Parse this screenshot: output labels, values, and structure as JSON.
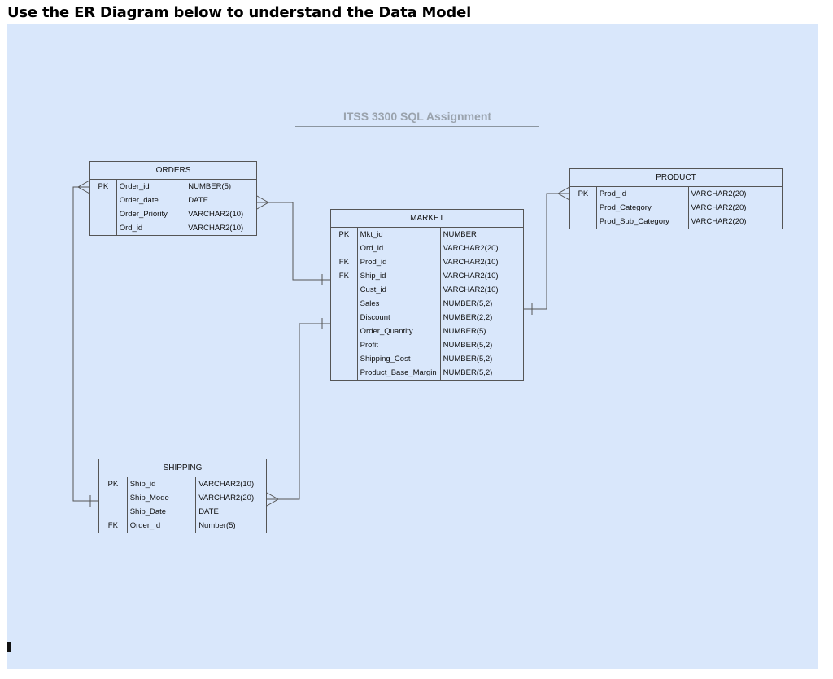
{
  "heading": "Use the ER Diagram below to understand the Data Model",
  "diagram_title": "ITSS 3300  SQL Assignment",
  "entities": {
    "orders": {
      "title": "ORDERS",
      "rows": [
        {
          "key": "PK",
          "name": "Order_id",
          "type": "NUMBER(5)"
        },
        {
          "key": "",
          "name": "Order_date",
          "type": "DATE"
        },
        {
          "key": "",
          "name": "Order_Priority",
          "type": "VARCHAR2(10)"
        },
        {
          "key": "",
          "name": "Ord_id",
          "type": "VARCHAR2(10)"
        }
      ]
    },
    "product": {
      "title": "PRODUCT",
      "rows": [
        {
          "key": "PK",
          "name": "Prod_Id",
          "type": "VARCHAR2(20)"
        },
        {
          "key": "",
          "name": "Prod_Category",
          "type": "VARCHAR2(20)"
        },
        {
          "key": "",
          "name": "Prod_Sub_Category",
          "type": "VARCHAR2(20)"
        }
      ]
    },
    "market": {
      "title": "MARKET",
      "rows": [
        {
          "key": "PK",
          "name": "Mkt_id",
          "type": "NUMBER"
        },
        {
          "key": "",
          "name": "Ord_id",
          "type": "VARCHAR2(20)"
        },
        {
          "key": "FK",
          "name": "Prod_id",
          "type": "VARCHAR2(10)"
        },
        {
          "key": "FK",
          "name": "Ship_id",
          "type": "VARCHAR2(10)"
        },
        {
          "key": "",
          "name": "Cust_id",
          "type": "VARCHAR2(10)"
        },
        {
          "key": "",
          "name": "Sales",
          "type": "NUMBER(5,2)"
        },
        {
          "key": "",
          "name": "Discount",
          "type": "NUMBER(2,2)"
        },
        {
          "key": "",
          "name": "Order_Quantity",
          "type": "NUMBER(5)"
        },
        {
          "key": "",
          "name": "Profit",
          "type": "NUMBER(5,2)"
        },
        {
          "key": "",
          "name": "Shipping_Cost",
          "type": "NUMBER(5,2)"
        },
        {
          "key": "",
          "name": "Product_Base_Margin",
          "type": "NUMBER(5,2)"
        }
      ]
    },
    "shipping": {
      "title": "SHIPPING",
      "rows": [
        {
          "key": "PK",
          "name": "Ship_id",
          "type": "VARCHAR2(10)"
        },
        {
          "key": "",
          "name": "Ship_Mode",
          "type": "VARCHAR2(20)"
        },
        {
          "key": "",
          "name": "Ship_Date",
          "type": "DATE"
        },
        {
          "key": "FK",
          "name": "Order_Id",
          "type": "Number(5)"
        }
      ]
    }
  },
  "colors": {
    "canvas": "#d9e7fb",
    "line": "#555555",
    "title_gray": "#9aa3ad"
  }
}
